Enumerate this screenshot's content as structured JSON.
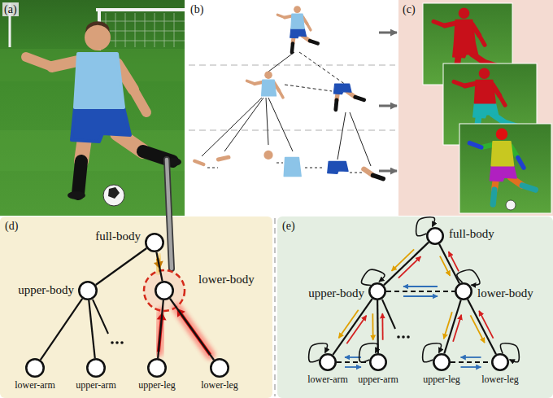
{
  "diagram": {
    "nodes": [
      {
        "text": [
          "full-body"
        ]
      },
      {
        "text": [
          "upper-body"
        ]
      },
      {
        "text": [
          "lower-body"
        ]
      },
      {
        "text": [
          "lower-arm"
        ]
      },
      {
        "text": [
          "upper-arm"
        ]
      },
      {
        "text": [
          "upper-leg"
        ]
      },
      {
        "text": [
          "lower-leg"
        ]
      },
      {
        "text": [
          "full-body"
        ]
      },
      {
        "text": [
          "upper-body"
        ]
      },
      {
        "text": [
          "lower-body"
        ]
      },
      {
        "text": [
          "lower-arm"
        ]
      },
      {
        "text": [
          "upper-arm"
        ]
      },
      {
        "text": [
          "upper-leg"
        ]
      },
      {
        "text": [
          "lower-leg"
        ]
      }
    ],
    "edges": [
      {
        "from": 0,
        "to": 1,
        "arrow": "none"
      },
      {
        "from": 0,
        "to": 2,
        "arrow": "none"
      },
      {
        "from": 1,
        "to": 3,
        "arrow": "none"
      },
      {
        "from": 1,
        "to": 4,
        "arrow": "none"
      },
      {
        "from": 2,
        "to": 5,
        "arrow": "none"
      },
      {
        "from": 2,
        "to": 6,
        "arrow": "none"
      },
      {
        "from": 7,
        "to": 8,
        "arrow": "both"
      },
      {
        "from": 7,
        "to": 9,
        "arrow": "both"
      },
      {
        "from": 8,
        "to": 9,
        "arrow": "both"
      },
      {
        "from": 8,
        "to": 10,
        "arrow": "both"
      },
      {
        "from": 8,
        "to": 11,
        "arrow": "both"
      },
      {
        "from": 10,
        "to": 11,
        "arrow": "both"
      },
      {
        "from": 9,
        "to": 12,
        "arrow": "both"
      },
      {
        "from": 9,
        "to": 13,
        "arrow": "both"
      },
      {
        "from": 12,
        "to": 13,
        "arrow": "both"
      },
      {
        "from": 7,
        "to": 7,
        "arrow": "to"
      },
      {
        "from": 8,
        "to": 8,
        "arrow": "to"
      },
      {
        "from": 9,
        "to": 9,
        "arrow": "to"
      },
      {
        "from": 10,
        "to": 10,
        "arrow": "to"
      },
      {
        "from": 11,
        "to": 11,
        "arrow": "to"
      },
      {
        "from": 12,
        "to": 12,
        "arrow": "to"
      },
      {
        "from": 13,
        "to": 13,
        "arrow": "to"
      }
    ],
    "labels": [
      "(a)",
      "(b)",
      "(c)",
      "(d)",
      "(e)"
    ]
  }
}
